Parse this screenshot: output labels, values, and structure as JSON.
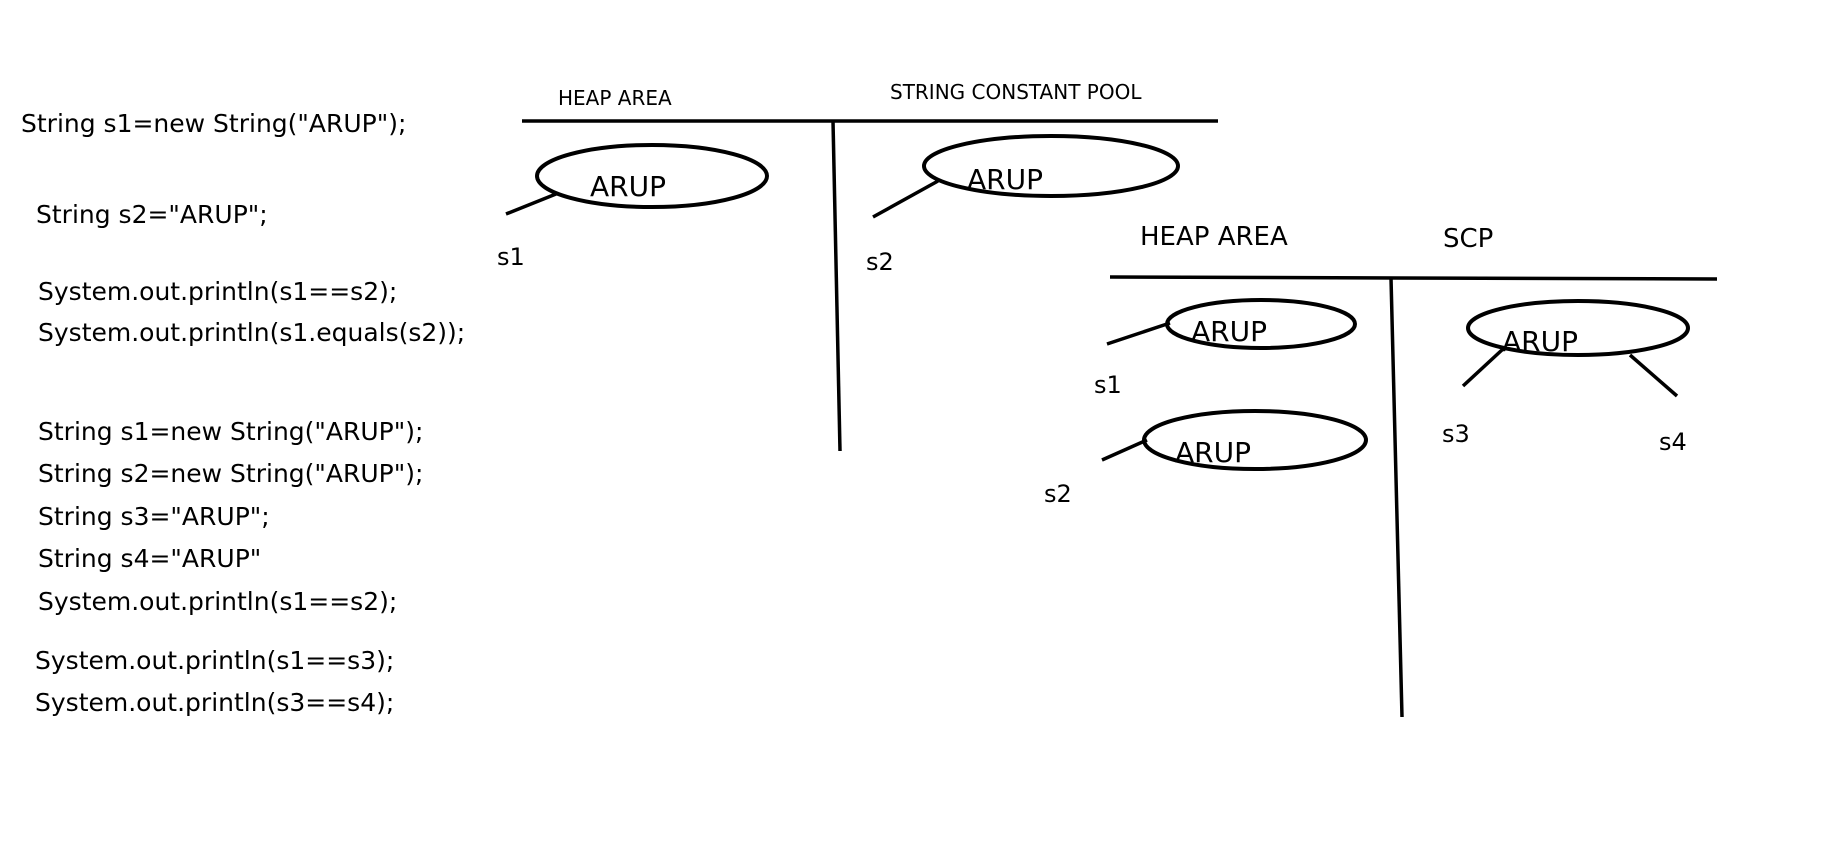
{
  "code_block_1": {
    "line1": "String s1=new String(\"ARUP\");",
    "line2": "String s2=\"ARUP\";",
    "line3": "System.out.println(s1==s2);",
    "line4": "System.out.println(s1.equals(s2));"
  },
  "code_block_2": {
    "line1": "String s1=new String(\"ARUP\");",
    "line2": "String s2=new String(\"ARUP\");",
    "line3": "String s3=\"ARUP\";",
    "line4": "String s4=\"ARUP\"",
    "line5": "System.out.println(s1==s2);",
    "line6": "System.out.println(s1==s3);",
    "line7": "System.out.println(s3==s4);"
  },
  "diagram_1": {
    "heap_label": "HEAP AREA",
    "pool_label": "STRING CONSTANT POOL",
    "heap_object": "ARUP",
    "pool_object": "ARUP",
    "ref_s1": "s1",
    "ref_s2": "s2"
  },
  "diagram_2": {
    "heap_label": "HEAP AREA",
    "pool_label": "SCP",
    "heap_object_1": "ARUP",
    "heap_object_2": "ARUP",
    "pool_object": "ARUP",
    "ref_s1": "s1",
    "ref_s2": "s2",
    "ref_s3": "s3",
    "ref_s4": "s4"
  }
}
